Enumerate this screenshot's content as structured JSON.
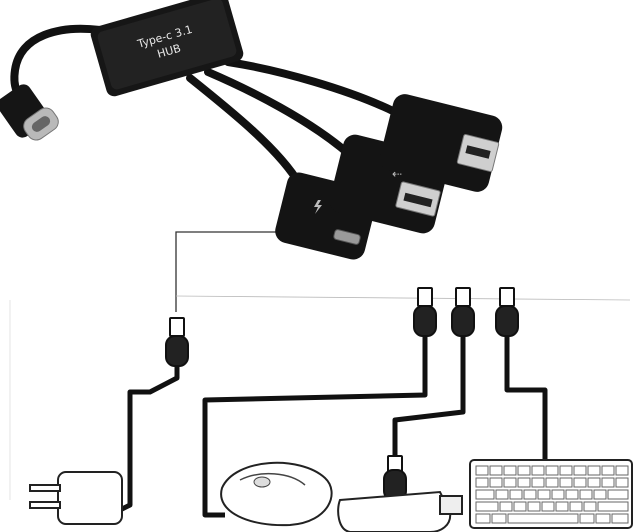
{
  "hub": {
    "label_line1": "Type-c 3.1",
    "label_line2": "HUB"
  },
  "ports": [
    {
      "name": "micro-usb-charge-port",
      "icon": "lightning-icon"
    },
    {
      "name": "usb-a-port",
      "icon": "usb-trident-icon"
    },
    {
      "name": "usb-a-port",
      "icon": "usb-trident-icon"
    }
  ],
  "devices": [
    {
      "name": "wall-charger",
      "icon": "power-plug-icon"
    },
    {
      "name": "mouse",
      "icon": "mouse-icon"
    },
    {
      "name": "usb-flash-drive",
      "icon": "flash-drive-icon"
    },
    {
      "name": "keyboard",
      "icon": "keyboard-icon"
    }
  ],
  "colors": {
    "cable": "#111111",
    "hub_body": "#161616",
    "line_art": "#2a2a2a",
    "background": "#ffffff"
  }
}
